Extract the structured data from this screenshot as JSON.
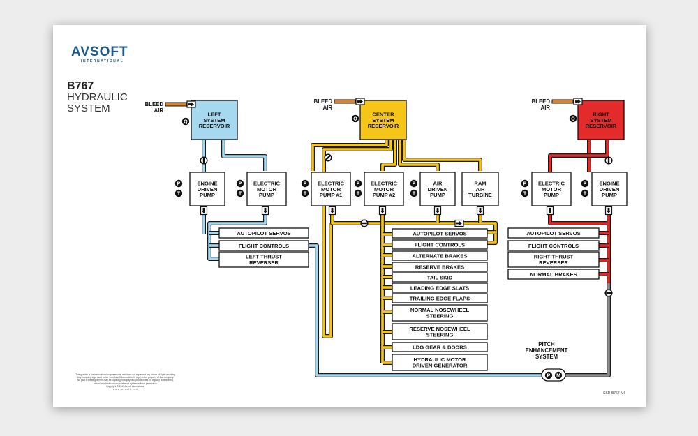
{
  "logo": {
    "name": "AVSOFT",
    "tagline": "INTERNATIONAL"
  },
  "title": {
    "model": "B767",
    "line1": "HYDRAULIC",
    "line2": "SYSTEM"
  },
  "bleed_air": {
    "line1": "BLEED",
    "line2": "AIR"
  },
  "reservoirs": {
    "left": [
      "LEFT",
      "SYSTEM",
      "RESERVOIR"
    ],
    "center": [
      "CENTER",
      "SYSTEM",
      "RESERVOIR"
    ],
    "right": [
      "RIGHT",
      "SYSTEM",
      "RESERVOIR"
    ]
  },
  "pumps": {
    "left_edp": [
      "ENGINE",
      "DRIVEN",
      "PUMP"
    ],
    "left_emp": [
      "ELECTRIC",
      "MOTOR",
      "PUMP"
    ],
    "c1_emp": [
      "ELECTRIC",
      "MOTOR",
      "PUMP #1"
    ],
    "c2_emp": [
      "ELECTRIC",
      "MOTOR",
      "PUMP #2"
    ],
    "c_adp": [
      "AIR",
      "DRIVEN",
      "PUMP"
    ],
    "c_rat": [
      "RAM",
      "AIR",
      "TURBINE"
    ],
    "right_emp": [
      "ELECTRIC",
      "MOTOR",
      "PUMP"
    ],
    "right_edp": [
      "ENGINE",
      "DRIVEN",
      "PUMP"
    ]
  },
  "left_users": [
    "AUTOPILOT SERVOS",
    "FLIGHT CONTROLS",
    "LEFT THRUST",
    "REVERSER"
  ],
  "center_users": [
    "AUTOPILOT SERVOS",
    "FLIGHT CONTROLS",
    "ALTERNATE BRAKES",
    "RESERVE BRAKES",
    "TAIL SKID",
    "LEADING EDGE SLATS",
    "TRAILING EDGE FLAPS",
    "NORMAL NOSEWHEEL",
    "STEERING",
    "RESERVE NOSEWHEEL",
    "STEERING",
    "LDG GEAR & DOORS",
    "HYDRAULIC MOTOR",
    "DRIVEN GENERATOR"
  ],
  "right_users": [
    "AUTOPILOT SERVOS",
    "FLIGHT CONTROLS",
    "RIGHT THRUST",
    "REVERSER",
    "NORMAL BRAKES"
  ],
  "pitch": [
    "PITCH",
    "ENHANCEMENT",
    "SYSTEM"
  ],
  "gauges": {
    "quantity": "Q",
    "pressure": "P",
    "temperature": "T",
    "motor": "M"
  },
  "footer": {
    "disclaimer": [
      "This graphic is for instructional purposes only and does not represent any phase of flight or setting.",
      "Any company logo used (other than Avsoft International's logo) is the property of that company.",
      "No part of these graphics may be copied (photographed, photocopied, or digitally re-rendered),",
      "stored or introduced into a retrieval system without permission.",
      "Copyright © 2017 Avsoft International.",
      "w w w . a v s o f t . c o m"
    ],
    "part_number": "SSD-B767-M6"
  },
  "colors": {
    "left": "#a6d8f0",
    "center": "#f5c518",
    "right": "#e32b2b",
    "pitch": "#8e8e8e",
    "bleed": "#d9832a"
  }
}
